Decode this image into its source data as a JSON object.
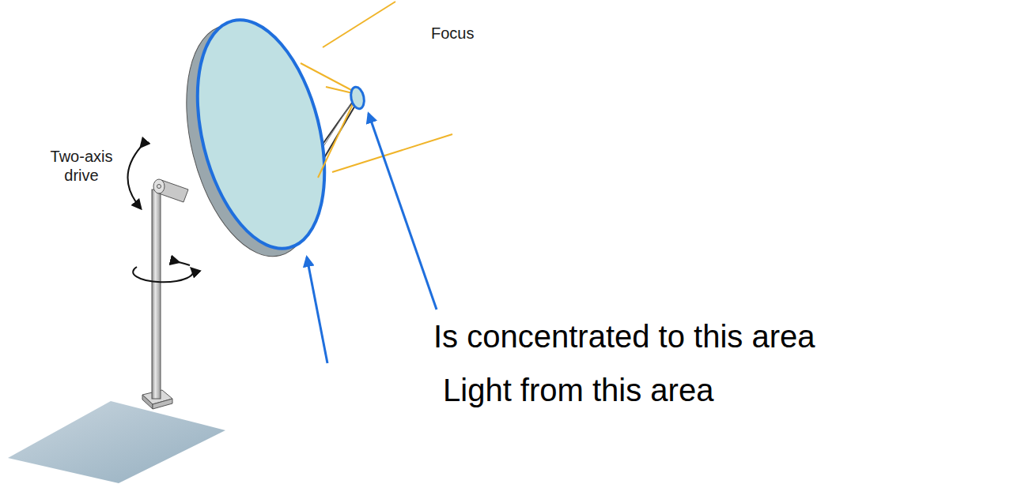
{
  "diagram": {
    "labels": [
      "Focus",
      "Two-axis drive",
      "Is concentrated to this area",
      "Light from this area"
    ]
  }
}
